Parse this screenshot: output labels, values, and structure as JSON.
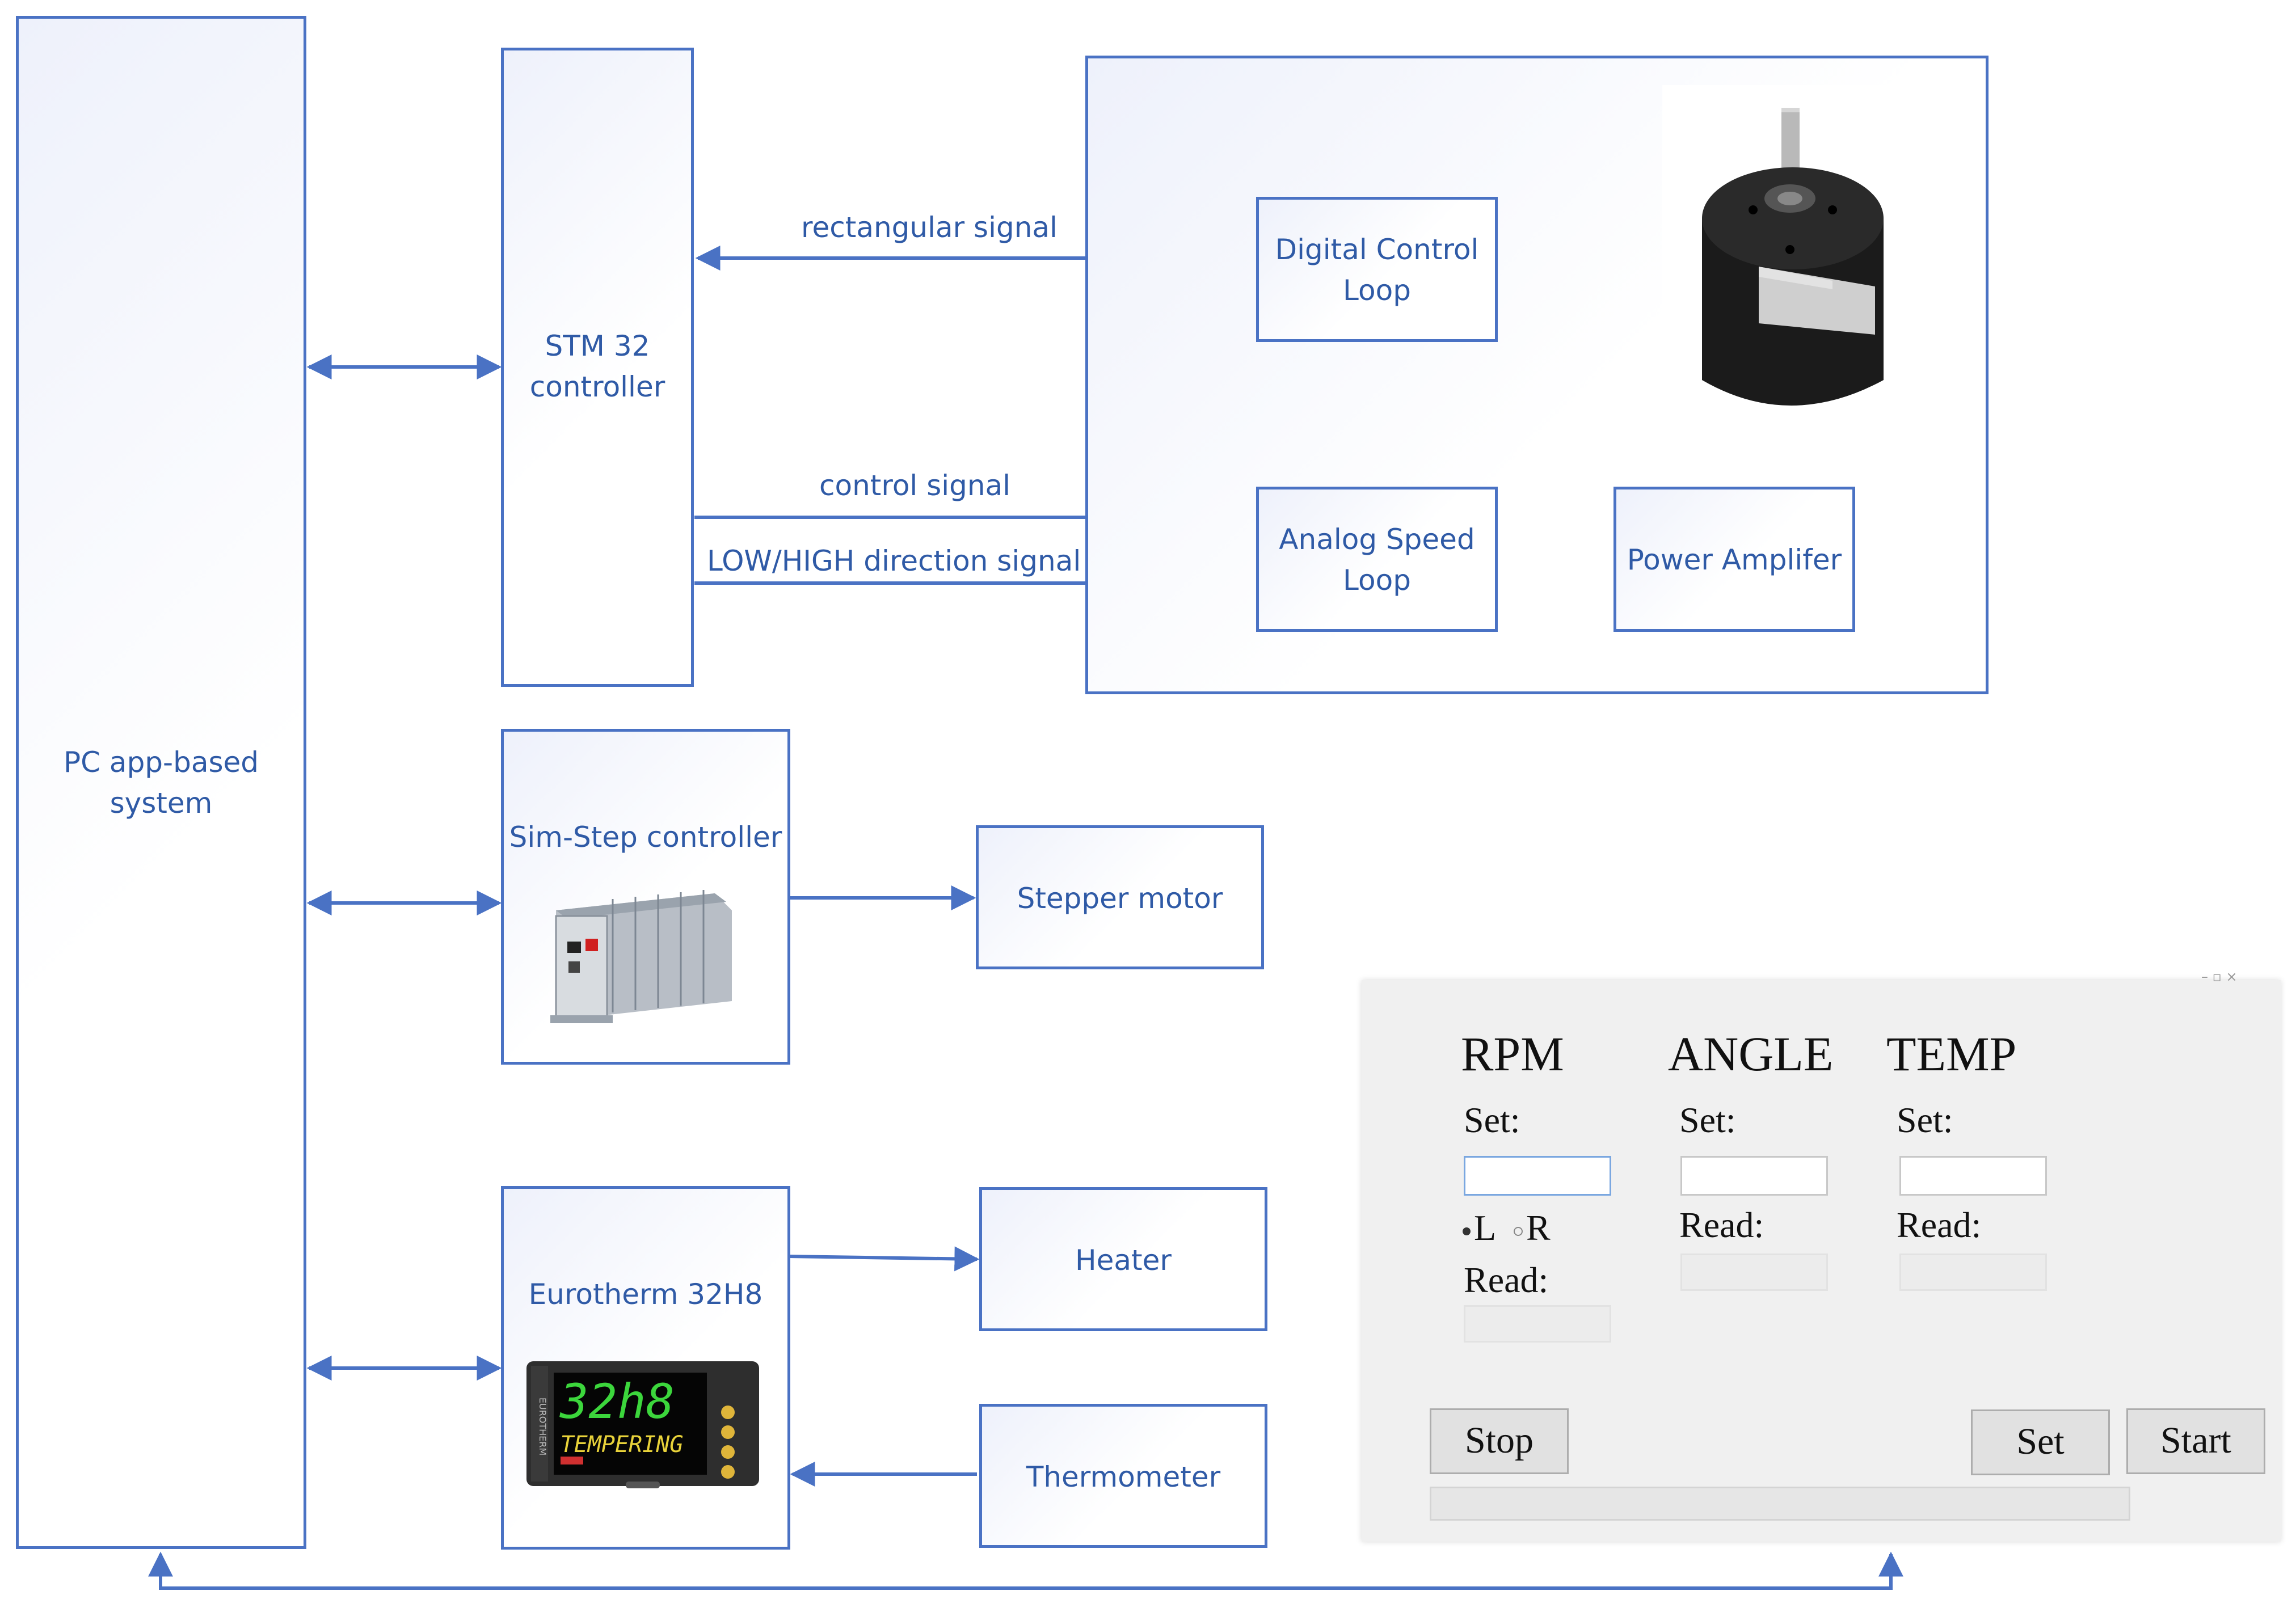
{
  "diagram": {
    "pc_system": "PC app-based\nsystem",
    "stm32": "STM 32\ncontroller",
    "digital_loop": "Digital Control\nLoop",
    "analog_loop": "Analog Speed\nLoop",
    "power_amp": "Power Amplifer",
    "simstep": "Sim-Step controller",
    "stepper": "Stepper motor",
    "eurotherm": "Eurotherm 32H8",
    "heater": "Heater",
    "thermometer": "Thermometer",
    "sig_rect": "rectangular signal",
    "sig_control": "control signal",
    "sig_dir": "LOW/HIGH direction signal",
    "display_value": "32h8",
    "display_text": "TEMPERING",
    "display_brand": "EUROTHERM"
  },
  "app": {
    "rpm_header": "RPM",
    "angle_header": "ANGLE",
    "temp_header": "TEMP",
    "set_label": "Set:",
    "read_label": "Read:",
    "radio_left": "L",
    "radio_right": "R",
    "radio_selected": "L",
    "btn_stop": "Stop",
    "btn_set": "Set",
    "btn_start": "Start"
  },
  "colors": {
    "diagram_blue": "#4a72c4",
    "label_blue": "#2f5aa6",
    "window_bg": "#f0f0f0"
  }
}
